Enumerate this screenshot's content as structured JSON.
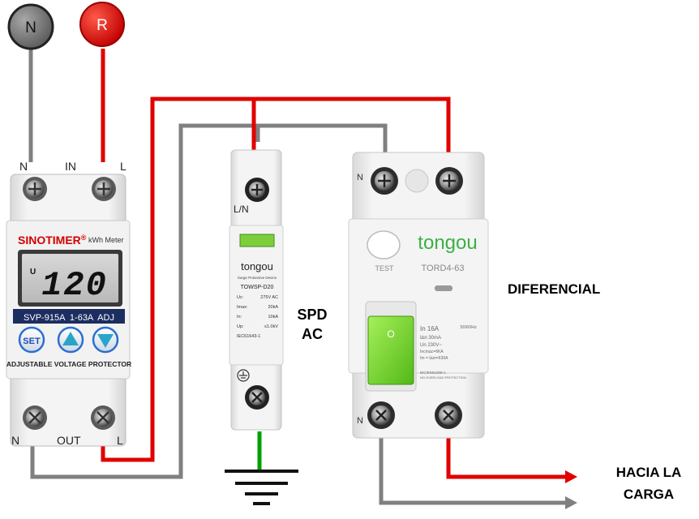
{
  "supply": {
    "neutral_label": "N",
    "phase_label": "R",
    "neutral_color": "#7f7f7f",
    "phase_color": "#e00000"
  },
  "protector": {
    "brand": "SINOTIMER",
    "brand_mark": "®",
    "meter_label": "kWh Meter",
    "display_unit": "U",
    "display_value": "120",
    "model": "SVP-915A  1-63A  ADJ",
    "set_button": "SET",
    "up_button": "▲",
    "down_button": "▼",
    "footer": "ADJUSTABLE VOLTAGE PROTECTOR",
    "top_n": "N",
    "top_in": "IN",
    "top_l": "L",
    "bottom_n": "N",
    "bottom_out": "OUT",
    "bottom_l": "L"
  },
  "spd": {
    "terminal_label": "L/N",
    "brand": "tongou",
    "subtitle": "Surge Protective Device",
    "model": "TOWSP-D20",
    "specs": [
      {
        "k": "Uc:",
        "v": "275V AC"
      },
      {
        "k": "Imax:",
        "v": "20kA"
      },
      {
        "k": "In:",
        "v": "10kA"
      },
      {
        "k": "Up:",
        "v": "≤1.0kV"
      }
    ],
    "standard": "IEC61643-1",
    "caption_line1": "SPD",
    "caption_line2": "AC"
  },
  "rcd": {
    "top_n": "N",
    "brand": "tongou",
    "test_label": "TEST",
    "model": "TORD4-63",
    "toggle_mark": "O",
    "specs": [
      "In 16A",
      "I∆n 30mA",
      "Un 230V~",
      "Incm∆c=6KA",
      "Im = I∆m=630A"
    ],
    "freq": "50/60Hz",
    "standard": "IEC/EN61008-1",
    "note": "NO OVERLOAD PROTECTION",
    "bottom_n": "N",
    "caption": "DIFERENCIAL"
  },
  "output": {
    "line1": "HACIA LA",
    "line2": "CARGA"
  },
  "colors": {
    "phase": "#e00000",
    "neutral": "#808080",
    "earth": "#00a000",
    "toggle": "#7dd83a",
    "button_blue": "#2a6fd0"
  }
}
